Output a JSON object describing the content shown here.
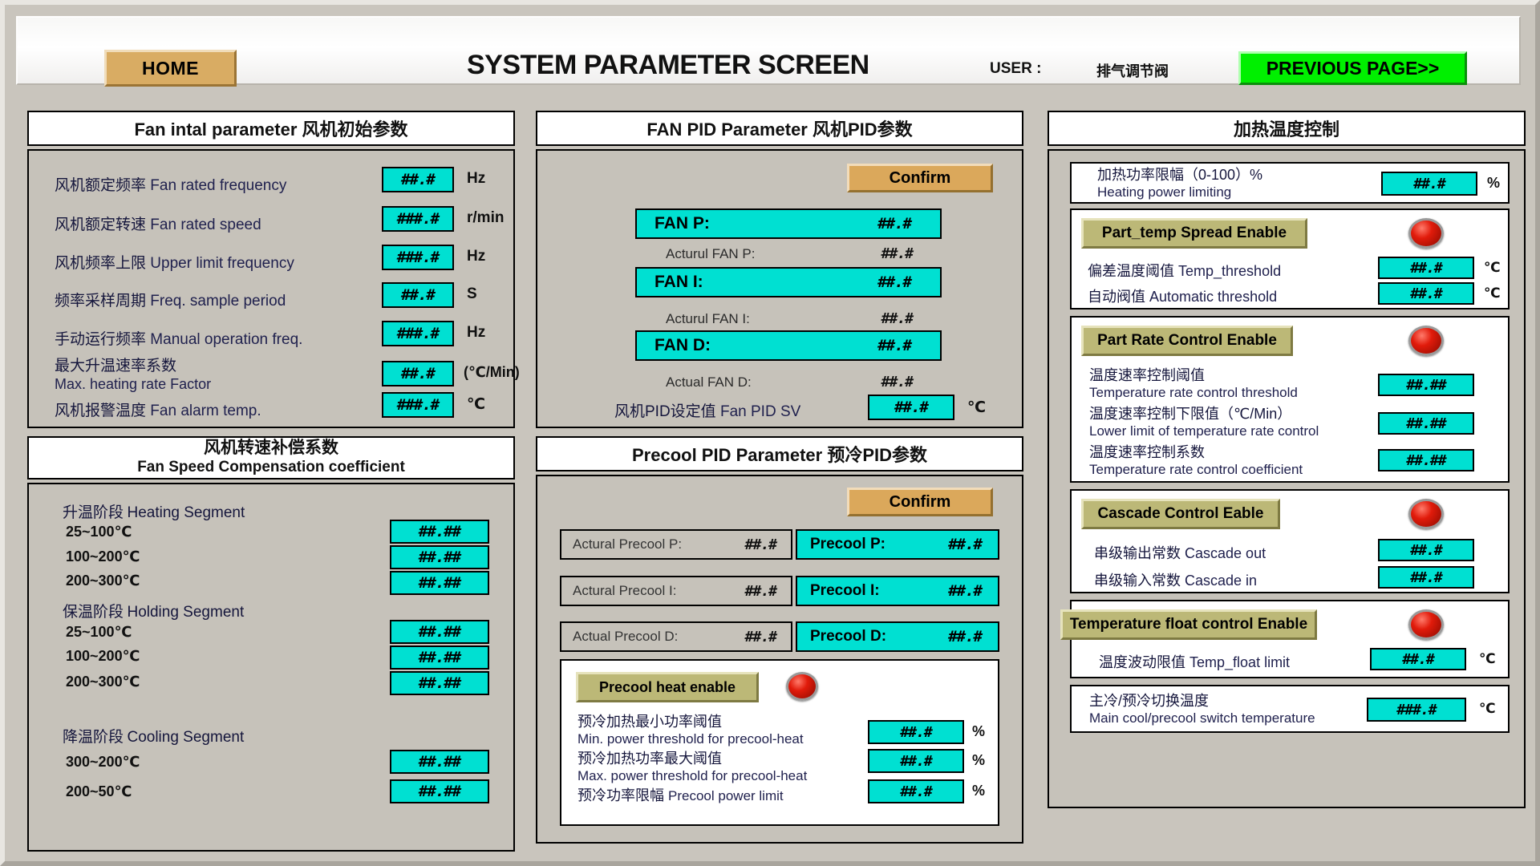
{
  "header": {
    "home_label": "HOME",
    "title": "SYSTEM PARAMETER SCREEN",
    "user_label": "USER :",
    "user_value": "排气调节阀",
    "prev_label": "PREVIOUS PAGE>>"
  },
  "fan_initial": {
    "title": "Fan intal parameter 风机初始参数",
    "rows": [
      {
        "cn": "风机额定频率",
        "en": "Fan rated frequency",
        "value": "##.#",
        "unit": "Hz"
      },
      {
        "cn": "风机额定转速",
        "en": "Fan rated speed",
        "value": "###.#",
        "unit": "r/min"
      },
      {
        "cn": "风机频率上限",
        "en": "Upper limit frequency",
        "value": "###.#",
        "unit": "Hz"
      },
      {
        "cn": "频率采样周期",
        "en": "Freq. sample period",
        "value": "##.#",
        "unit": "S"
      },
      {
        "cn": "手动运行频率",
        "en": "Manual operation freq.",
        "value": "###.#",
        "unit": "Hz"
      },
      {
        "cn": "最大升温速率系数",
        "en": "Max. heating rate Factor",
        "value": "##.#",
        "unit": "(℃/Min)",
        "twoline": true
      },
      {
        "cn": "风机报警温度",
        "en": "Fan alarm temp.",
        "value": "###.#",
        "unit": "℃"
      }
    ]
  },
  "fan_comp": {
    "title_cn": "风机转速补偿系数",
    "title_en": "Fan Speed Compensation coefficient",
    "segments": [
      {
        "cn": "升温阶段",
        "en": "Heating Segment",
        "rows": [
          {
            "range": "25~100℃",
            "value": "##.##"
          },
          {
            "range": "100~200℃",
            "value": "##.##"
          },
          {
            "range": "200~300℃",
            "value": "##.##"
          }
        ]
      },
      {
        "cn": "保温阶段",
        "en": "Holding Segment",
        "rows": [
          {
            "range": "25~100℃",
            "value": "##.##"
          },
          {
            "range": "100~200℃",
            "value": "##.##"
          },
          {
            "range": "200~300℃",
            "value": "##.##"
          }
        ]
      },
      {
        "cn": "降温阶段",
        "en": "Cooling Segment",
        "rows": [
          {
            "range": "300~200℃",
            "value": "##.##"
          },
          {
            "range": "200~50℃",
            "value": "##.##"
          }
        ]
      }
    ]
  },
  "fan_pid": {
    "title": "FAN PID Parameter 风机PID参数",
    "confirm_label": "Confirm",
    "set_rows": [
      {
        "label": "FAN  P:",
        "value": "##.#"
      },
      {
        "label": "FAN I:",
        "value": "##.#"
      },
      {
        "label": "FAN  D:",
        "value": "##.#"
      }
    ],
    "actual_rows": [
      {
        "label": "Acturul FAN P:",
        "value": "##.#"
      },
      {
        "label": "Acturul FAN I:",
        "value": "##.#"
      },
      {
        "label": "Actual FAN D:",
        "value": "##.#"
      }
    ],
    "sv_cn": "风机PID设定值",
    "sv_en": "Fan PID SV",
    "sv_value": "##.#",
    "sv_unit": "℃"
  },
  "precool_pid": {
    "title": "Precool PID Parameter 预冷PID参数",
    "confirm_label": "Confirm",
    "rows": [
      {
        "actual_label": "Actural Precool P:",
        "actual_value": "##.#",
        "set_label": "Precool  P:",
        "set_value": "##.#"
      },
      {
        "actual_label": "Actural Precool I:",
        "actual_value": "##.#",
        "set_label": "Precool I:",
        "set_value": "##.#"
      },
      {
        "actual_label": "Actual Precool D:",
        "actual_value": "##.#",
        "set_label": "Precool  D:",
        "set_value": "##.#"
      }
    ],
    "heat_enable_label": "Precool heat enable",
    "heat_rows": [
      {
        "cn": "预冷加热最小功率阈值",
        "en": "Min. power threshold for precool-heat",
        "value": "##.#",
        "unit": "%"
      },
      {
        "cn": "预冷加热功率最大阈值",
        "en": "Max. power threshold for precool-heat",
        "value": "##.#",
        "unit": "%"
      },
      {
        "cn": "预冷功率限幅",
        "en": "Precool power limit",
        "value": "##.#",
        "unit": "%",
        "inline": true
      }
    ]
  },
  "heat_control": {
    "title": "加热温度控制",
    "power_limit": {
      "cn": "加热功率限幅（0-100）%",
      "en": "Heating power limiting",
      "value": "##.#",
      "unit": "%"
    },
    "groups": [
      {
        "enable_label": "Part_temp Spread Enable",
        "rows": [
          {
            "cn": "偏差温度阈值",
            "en": "Temp_threshold",
            "value": "##.#",
            "unit": "℃",
            "inline": true
          },
          {
            "cn": "自动阀值",
            "en": "Automatic threshold",
            "value": "##.#",
            "unit": "℃",
            "inline": true
          }
        ]
      },
      {
        "enable_label": "Part Rate Control Enable",
        "rows": [
          {
            "cn": "温度速率控制阈值",
            "en": "Temperature rate control threshold",
            "value": "##.##",
            "unit": ""
          },
          {
            "cn": "温度速率控制下限值（℃/Min）",
            "en": "Lower limit of temperature rate control",
            "value": "##.##",
            "unit": ""
          },
          {
            "cn": "温度速率控制系数",
            "en": "Temperature rate control coefficient",
            "value": "##.##",
            "unit": ""
          }
        ]
      },
      {
        "enable_label": "Cascade Control Eable",
        "rows": [
          {
            "cn": "串级输出常数",
            "en": "Cascade out",
            "value": "##.#",
            "unit": "",
            "inline": true
          },
          {
            "cn": "串级输入常数",
            "en": "Cascade in",
            "value": "##.#",
            "unit": "",
            "inline": true
          }
        ]
      },
      {
        "enable_label": "Temperature float control Enable",
        "rows": [
          {
            "cn": "温度波动限值",
            "en": "Temp_float limit",
            "value": "##.#",
            "unit": "℃",
            "inline": true
          }
        ]
      }
    ],
    "switch_temp": {
      "cn": "主冷/预冷切换温度",
      "en": "Main cool/precool switch temperature",
      "value": "###.#",
      "unit": "℃"
    }
  }
}
